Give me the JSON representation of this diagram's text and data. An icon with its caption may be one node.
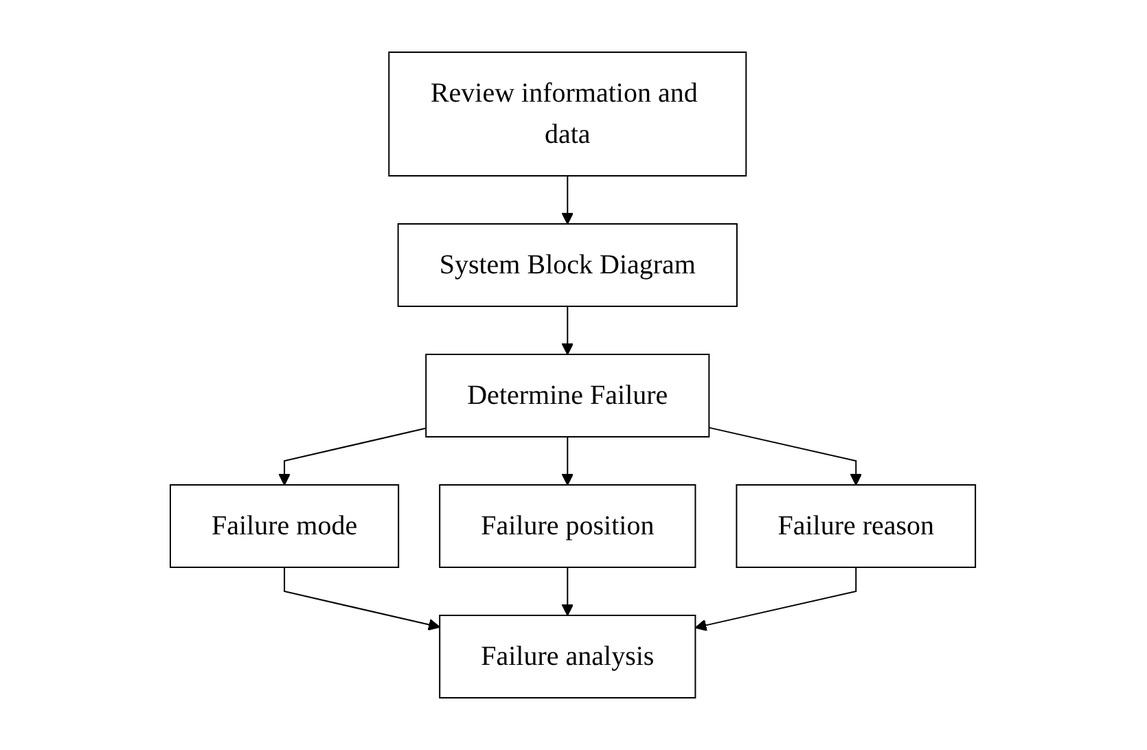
{
  "diagram": {
    "nodes": [
      {
        "text": [
          "Review information and data"
        ]
      },
      {
        "text": [
          "System Block Diagram"
        ]
      },
      {
        "text": [
          "Determine Failure"
        ]
      },
      {
        "text": [
          "Failure mode"
        ]
      },
      {
        "text": [
          "Failure position"
        ]
      },
      {
        "text": [
          "Failure reason"
        ]
      },
      {
        "text": [
          "Failure analysis"
        ]
      }
    ],
    "edges": [
      {
        "from": 0,
        "to": 1,
        "arrow": "to"
      },
      {
        "from": 1,
        "to": 2,
        "arrow": "to"
      },
      {
        "from": 2,
        "to": 3,
        "arrow": "to"
      },
      {
        "from": 2,
        "to": 4,
        "arrow": "to"
      },
      {
        "from": 2,
        "to": 5,
        "arrow": "to"
      },
      {
        "from": 3,
        "to": 6,
        "arrow": "to"
      },
      {
        "from": 4,
        "to": 6,
        "arrow": "to"
      },
      {
        "from": 5,
        "to": 6,
        "arrow": "to"
      }
    ]
  }
}
